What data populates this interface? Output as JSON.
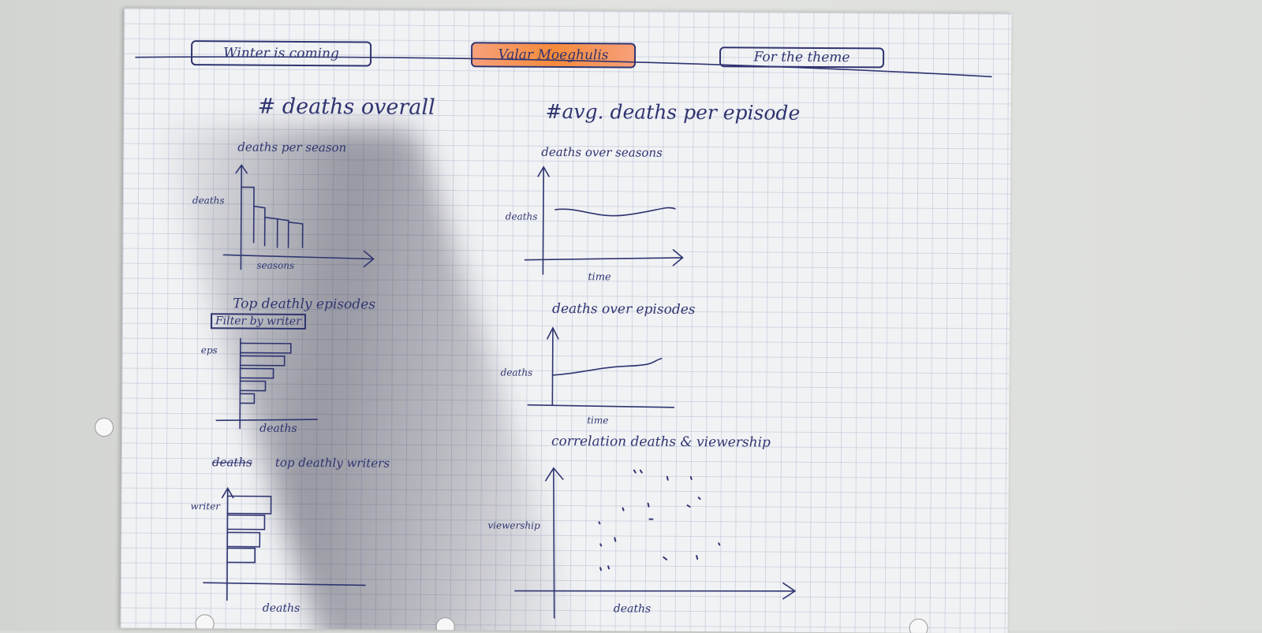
{
  "tabs": [
    {
      "label": "Winter is coming",
      "active": false
    },
    {
      "label": "Valar Moeghulis",
      "active": true
    },
    {
      "label": "For the theme",
      "active": false
    }
  ],
  "headings": {
    "left": "# deaths overall",
    "right": "#avg. deaths per episode"
  },
  "left_charts": {
    "per_season": {
      "title": "deaths per season",
      "ylabel": "deaths",
      "xlabel": "seasons"
    },
    "top_episodes": {
      "title": "Top deathly episodes",
      "filter": "Filter by writer",
      "ylabel": "eps",
      "xlabel": "deaths"
    },
    "top_writers": {
      "title_struck": "deaths",
      "title": "top deathly writers",
      "ylabel": "writer",
      "xlabel": "deaths"
    }
  },
  "right_charts": {
    "over_seasons": {
      "title": "deaths over seasons",
      "ylabel": "deaths",
      "xlabel": "time"
    },
    "over_episodes": {
      "title": "deaths over episodes",
      "ylabel": "deaths",
      "xlabel": "time"
    },
    "correlation": {
      "title": "correlation deaths & viewership",
      "ylabel": "viewership",
      "xlabel": "deaths"
    }
  },
  "colors": {
    "ink": "#2f3470",
    "highlight": "#f58a3a",
    "grid": "#96a5c3"
  }
}
